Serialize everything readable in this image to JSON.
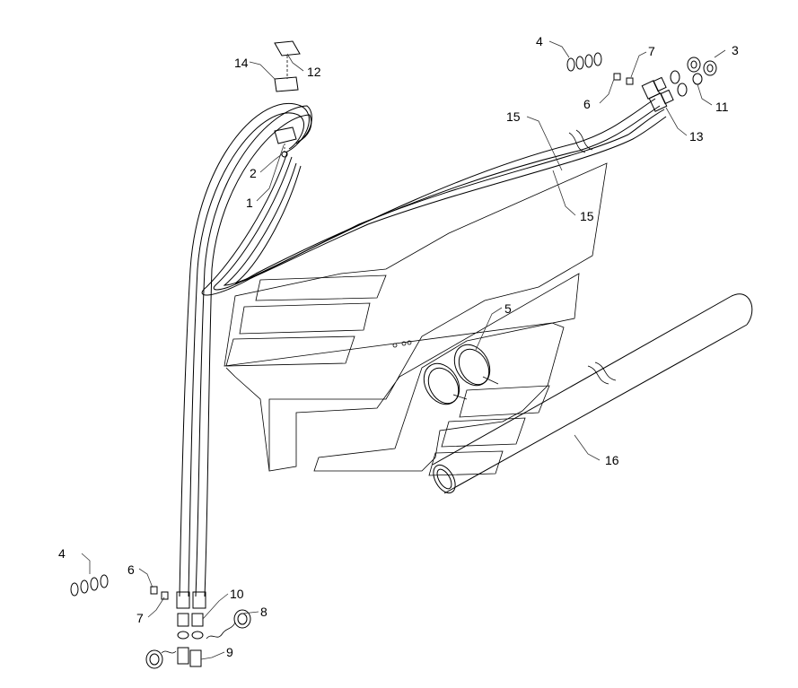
{
  "diagram": {
    "type": "exploded parts drawing",
    "labels": {
      "l1": "1",
      "l2": "2",
      "l3": "3",
      "l4a": "4",
      "l4b": "4",
      "l5": "5",
      "l6a": "6",
      "l6b": "6",
      "l7a": "7",
      "l7b": "7",
      "l8": "8",
      "l9": "9",
      "l10": "10",
      "l11": "11",
      "l12": "12",
      "l13": "13",
      "l14": "14",
      "l15a": "15",
      "l15b": "15",
      "l16": "16"
    }
  }
}
